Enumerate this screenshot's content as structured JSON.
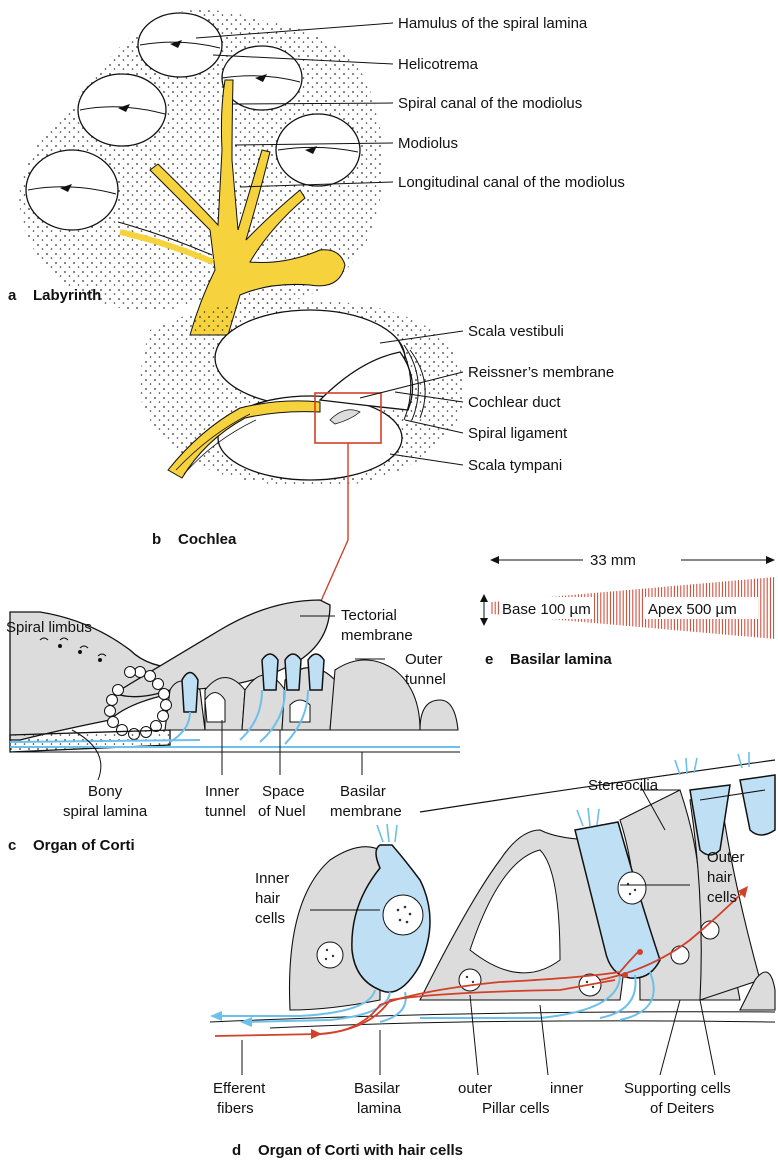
{
  "panels": {
    "a": {
      "letter": "a",
      "title": "Labyrinth",
      "labels": [
        "Hamulus of the spiral lamina",
        "Helicotrema",
        "Spiral canal of the modiolus",
        "Modiolus",
        "Longitudinal canal of the modiolus"
      ]
    },
    "b": {
      "letter": "b",
      "title": "Cochlea",
      "labels": [
        "Scala vestibuli",
        "Reissner’s membrane",
        "Cochlear duct",
        "Spiral ligament",
        "Scala tympani"
      ]
    },
    "c": {
      "letter": "c",
      "title": "Organ of Corti",
      "labels": {
        "spiral_limbus": "Spiral limbus",
        "tectorial_1": "Tectorial",
        "tectorial_2": "membrane",
        "outer_tunnel_1": "Outer",
        "outer_tunnel_2": "tunnel",
        "bony_1": "Bony",
        "bony_2": "spiral lamina",
        "inner_tunnel_1": "Inner",
        "inner_tunnel_2": "tunnel",
        "nuel_1": "Space",
        "nuel_2": "of Nuel",
        "basilar_1": "Basilar",
        "basilar_2": "membrane"
      }
    },
    "e": {
      "letter": "e",
      "title": "Basilar lamina",
      "length": "33 mm",
      "base": "Base 100 µm",
      "apex": "Apex 500 µm"
    },
    "d": {
      "letter": "d",
      "title": "Organ of Corti with hair cells",
      "labels": {
        "stereocilia": "Stereocilia",
        "outer_hair_1": "Outer",
        "outer_hair_2": "hair",
        "outer_hair_3": "cells",
        "inner_hair_1": "Inner",
        "inner_hair_2": "hair",
        "inner_hair_3": "cells",
        "efferent_1": "Efferent",
        "efferent_2": "fibers",
        "basilar_1": "Basilar",
        "basilar_2": "lamina",
        "outer": "outer",
        "inner": "inner",
        "pillar": "Pillar cells",
        "supporting_1": "Supporting cells",
        "supporting_2": "of Deiters"
      }
    }
  },
  "colors": {
    "nerve": "#f6d23c",
    "hair_cell": "#bfe0f4",
    "cell": "#dcdcdc",
    "afferent": "#6cc0ea",
    "efferent": "#d2402a",
    "highlight": "#d2402a"
  }
}
